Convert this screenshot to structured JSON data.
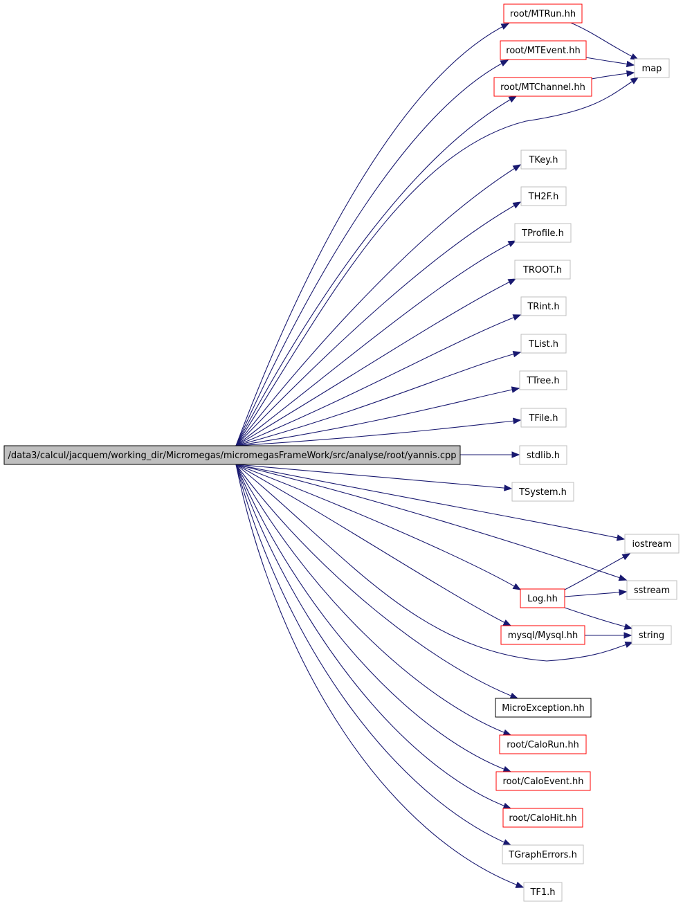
{
  "graph": {
    "root": "/data3/calcul/jacquem/working_dir/Micromegas/micromegasFrameWork/src/analyse/root/yannis.cpp",
    "colors": {
      "edge": "#191970",
      "root_fill": "#bfbfbf",
      "documented_border": "#ff0000",
      "undocumented_border": "#bfbfbf",
      "plain_border": "#000000"
    },
    "nodes": [
      {
        "id": "root",
        "label": "/data3/calcul/jacquem/working_dir/Micromegas/micromegasFrameWork/src/analyse/root/yannis.cpp",
        "kind": "root"
      },
      {
        "id": "mtrun",
        "label": "root/MTRun.hh",
        "kind": "documented"
      },
      {
        "id": "mtevent",
        "label": "root/MTEvent.hh",
        "kind": "documented"
      },
      {
        "id": "mtchannel",
        "label": "root/MTChannel.hh",
        "kind": "documented"
      },
      {
        "id": "map",
        "label": "map",
        "kind": "external"
      },
      {
        "id": "tkey",
        "label": "TKey.h",
        "kind": "external"
      },
      {
        "id": "th2f",
        "label": "TH2F.h",
        "kind": "external"
      },
      {
        "id": "tprofile",
        "label": "TProfile.h",
        "kind": "external"
      },
      {
        "id": "troot",
        "label": "TROOT.h",
        "kind": "external"
      },
      {
        "id": "trint",
        "label": "TRint.h",
        "kind": "external"
      },
      {
        "id": "tlist",
        "label": "TList.h",
        "kind": "external"
      },
      {
        "id": "ttree",
        "label": "TTree.h",
        "kind": "external"
      },
      {
        "id": "tfile",
        "label": "TFile.h",
        "kind": "external"
      },
      {
        "id": "stdlib",
        "label": "stdlib.h",
        "kind": "external"
      },
      {
        "id": "tsystem",
        "label": "TSystem.h",
        "kind": "external"
      },
      {
        "id": "iostream",
        "label": "iostream",
        "kind": "external"
      },
      {
        "id": "sstream",
        "label": "sstream",
        "kind": "external"
      },
      {
        "id": "log",
        "label": "Log.hh",
        "kind": "documented"
      },
      {
        "id": "string",
        "label": "string",
        "kind": "external"
      },
      {
        "id": "mysql",
        "label": "mysql/Mysql.hh",
        "kind": "documented"
      },
      {
        "id": "microexc",
        "label": "MicroException.hh",
        "kind": "plain"
      },
      {
        "id": "calorun",
        "label": "root/CaloRun.hh",
        "kind": "documented"
      },
      {
        "id": "caloevent",
        "label": "root/CaloEvent.hh",
        "kind": "documented"
      },
      {
        "id": "calohit",
        "label": "root/CaloHit.hh",
        "kind": "documented"
      },
      {
        "id": "tgrapherrors",
        "label": "TGraphErrors.h",
        "kind": "external"
      },
      {
        "id": "tf1",
        "label": "TF1.h",
        "kind": "external"
      }
    ],
    "edges": [
      {
        "from": "root",
        "to": "mtrun"
      },
      {
        "from": "root",
        "to": "mtevent"
      },
      {
        "from": "root",
        "to": "mtchannel"
      },
      {
        "from": "root",
        "to": "map"
      },
      {
        "from": "root",
        "to": "tkey"
      },
      {
        "from": "root",
        "to": "th2f"
      },
      {
        "from": "root",
        "to": "tprofile"
      },
      {
        "from": "root",
        "to": "troot"
      },
      {
        "from": "root",
        "to": "trint"
      },
      {
        "from": "root",
        "to": "tlist"
      },
      {
        "from": "root",
        "to": "ttree"
      },
      {
        "from": "root",
        "to": "tfile"
      },
      {
        "from": "root",
        "to": "stdlib"
      },
      {
        "from": "root",
        "to": "tsystem"
      },
      {
        "from": "root",
        "to": "iostream"
      },
      {
        "from": "root",
        "to": "sstream"
      },
      {
        "from": "root",
        "to": "log"
      },
      {
        "from": "root",
        "to": "mysql"
      },
      {
        "from": "root",
        "to": "string"
      },
      {
        "from": "root",
        "to": "microexc"
      },
      {
        "from": "root",
        "to": "calorun"
      },
      {
        "from": "root",
        "to": "caloevent"
      },
      {
        "from": "root",
        "to": "calohit"
      },
      {
        "from": "root",
        "to": "tgrapherrors"
      },
      {
        "from": "root",
        "to": "tf1"
      },
      {
        "from": "mtrun",
        "to": "map"
      },
      {
        "from": "mtevent",
        "to": "map"
      },
      {
        "from": "mtchannel",
        "to": "map"
      },
      {
        "from": "log",
        "to": "iostream"
      },
      {
        "from": "log",
        "to": "sstream"
      },
      {
        "from": "log",
        "to": "string"
      },
      {
        "from": "mysql",
        "to": "string"
      }
    ]
  }
}
